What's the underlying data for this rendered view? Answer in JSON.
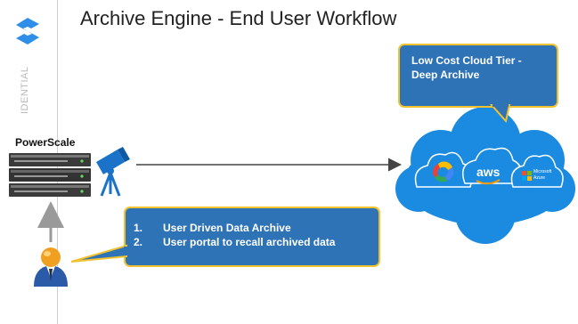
{
  "page": {
    "title": "Archive Engine - End User Workflow",
    "watermark": "IDENTIAL"
  },
  "storage": {
    "label": "PowerScale"
  },
  "cloud_callout": {
    "line1": "Low Cost Cloud Tier -",
    "line2": "Deep Archive"
  },
  "cloud_providers": {
    "gcp": "Google Cloud",
    "aws": "aws",
    "azure_line1": "Microsoft",
    "azure_line2": "Azure"
  },
  "workflow_callout": {
    "items": [
      {
        "num": "1.",
        "text": "User Driven Data Archive"
      },
      {
        "num": "2.",
        "text": "User portal to recall archived data"
      }
    ]
  },
  "colors": {
    "callout_fill": "#2f73b7",
    "callout_border": "#f2c12e",
    "cloud_fill": "#1a8be0",
    "cloud_outline": "#ffffff",
    "arrow": "#444444",
    "logo": "#2f8fe8"
  }
}
